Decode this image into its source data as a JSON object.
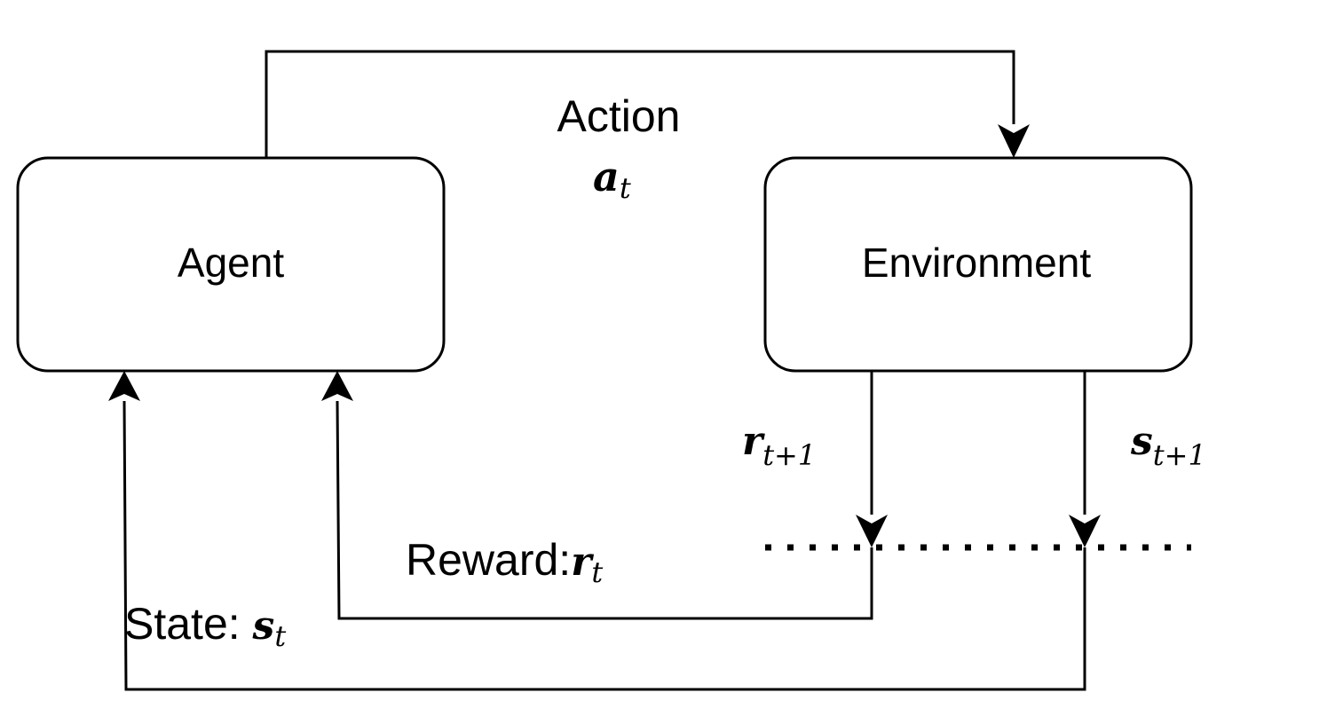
{
  "nodes": {
    "agent": {
      "label": "Agent"
    },
    "environment": {
      "label": "Environment"
    }
  },
  "edges": {
    "action": {
      "label": "Action",
      "symbol": "a",
      "subscript": "t"
    },
    "reward": {
      "label": "Reward:",
      "symbol": "r",
      "subscript": "t"
    },
    "state": {
      "label": "State: ",
      "symbol": "s",
      "subscript": "t"
    },
    "next_reward": {
      "symbol": "r",
      "subscript": "t+1"
    },
    "next_state": {
      "symbol": "s",
      "subscript": "t+1"
    }
  },
  "colors": {
    "stroke": "#000000",
    "background": "#ffffff"
  }
}
